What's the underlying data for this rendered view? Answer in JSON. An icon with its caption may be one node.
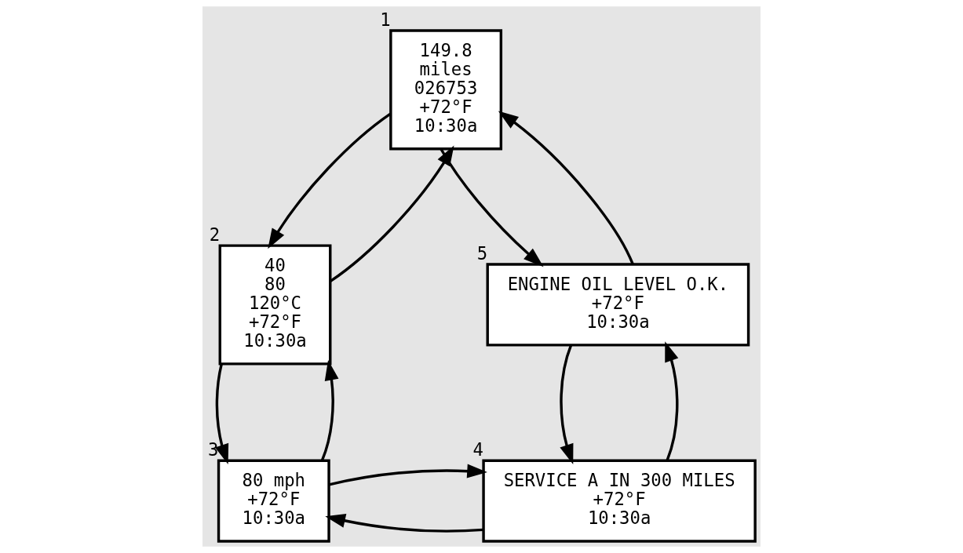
{
  "diagram": {
    "nodes": [
      {
        "text": [
          "149.8",
          "miles",
          "026753",
          "+72°F",
          "10:30a"
        ],
        "beside": [
          "1"
        ]
      },
      {
        "text": [
          "40",
          "80",
          "120°C",
          "+72°F",
          "10:30a"
        ],
        "beside": [
          "2"
        ]
      },
      {
        "text": [
          "80 mph",
          "+72°F",
          "10:30a"
        ],
        "beside": [
          "3"
        ]
      },
      {
        "text": [
          "SERVICE A IN 300 MILES",
          "+72°F",
          "10:30a"
        ],
        "beside": [
          "4"
        ]
      },
      {
        "text": [
          "ENGINE OIL LEVEL O.K.",
          "+72°F",
          "10:30a"
        ],
        "beside": [
          "5"
        ]
      }
    ],
    "edges": [
      {
        "from": 0,
        "to": 1,
        "arrow": "to"
      },
      {
        "from": 1,
        "to": 0,
        "arrow": "to"
      },
      {
        "from": 1,
        "to": 2,
        "arrow": "to"
      },
      {
        "from": 2,
        "to": 1,
        "arrow": "to"
      },
      {
        "from": 3,
        "to": 2,
        "arrow": "to"
      },
      {
        "from": 2,
        "to": 3,
        "arrow": "to"
      },
      {
        "from": 4,
        "to": 3,
        "arrow": "to"
      },
      {
        "from": 3,
        "to": 4,
        "arrow": "to"
      },
      {
        "from": 4,
        "to": 0,
        "arrow": "to"
      },
      {
        "from": 0,
        "to": 4,
        "arrow": "to"
      }
    ]
  }
}
